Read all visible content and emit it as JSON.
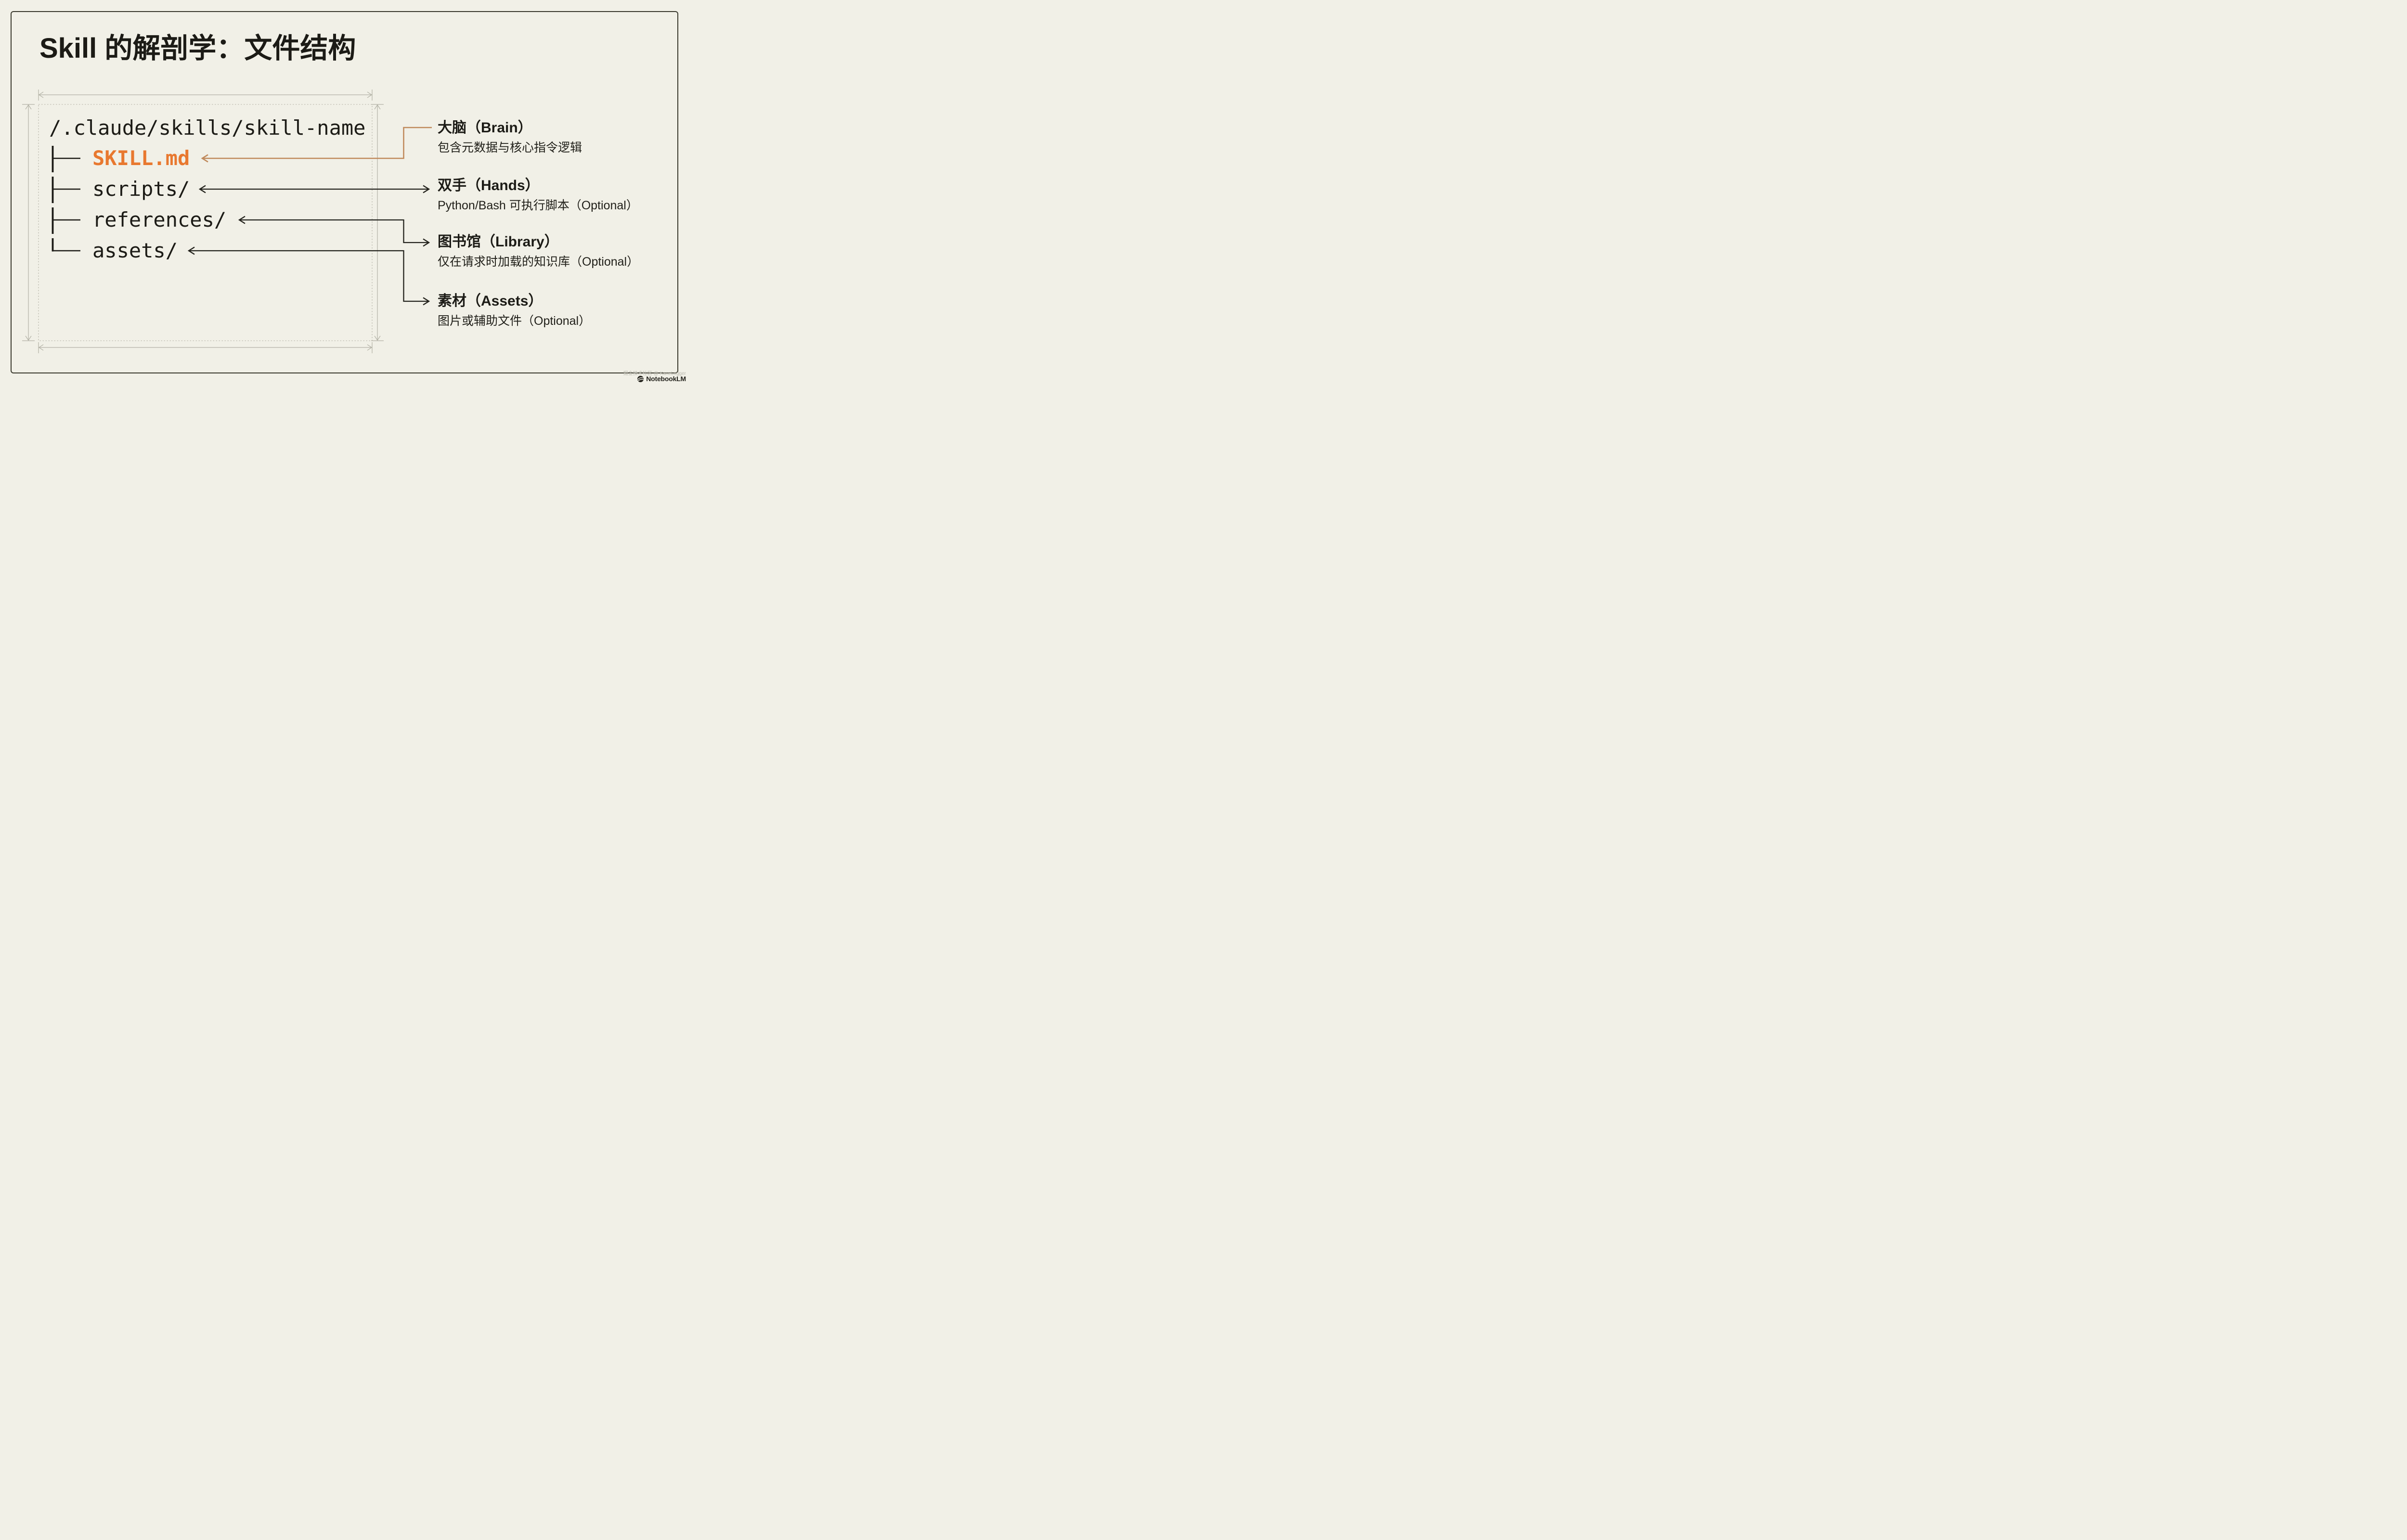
{
  "title": "Skill 的解剖学：文件结构",
  "file_tree": {
    "root_path": "/.claude/skills/skill-name",
    "entries": [
      {
        "label": "SKILL.md",
        "highlighted": true
      },
      {
        "label": "scripts/",
        "highlighted": false
      },
      {
        "label": "references/",
        "highlighted": false
      },
      {
        "label": "assets/",
        "highlighted": false
      }
    ]
  },
  "annotations": [
    {
      "heading": "大脑（Brain）",
      "description": "包含元数据与核心指令逻辑"
    },
    {
      "heading": "双手（Hands）",
      "description": "Python/Bash 可执行脚本（Optional）"
    },
    {
      "heading": "图书馆（Library）",
      "description": "仅在请求时加载的知识库（Optional）"
    },
    {
      "heading": "素材（Assets）",
      "description": "图片或辅助文件（Optional）"
    }
  ],
  "watermark": {
    "community": "掘金技术社区 @ KaneLogger",
    "brand": "NotebookLM"
  },
  "colors": {
    "background": "#f1f0e7",
    "card_border": "#3b3a2e",
    "text_primary": "#1c1b16",
    "accent_orange": "#e8782f",
    "connector_orange": "#c08a5c",
    "connector_black": "#23221c",
    "guide_gray": "#b2b1a5",
    "watermark_gray": "#bcbbb1",
    "watermark_dark": "#23221c"
  }
}
